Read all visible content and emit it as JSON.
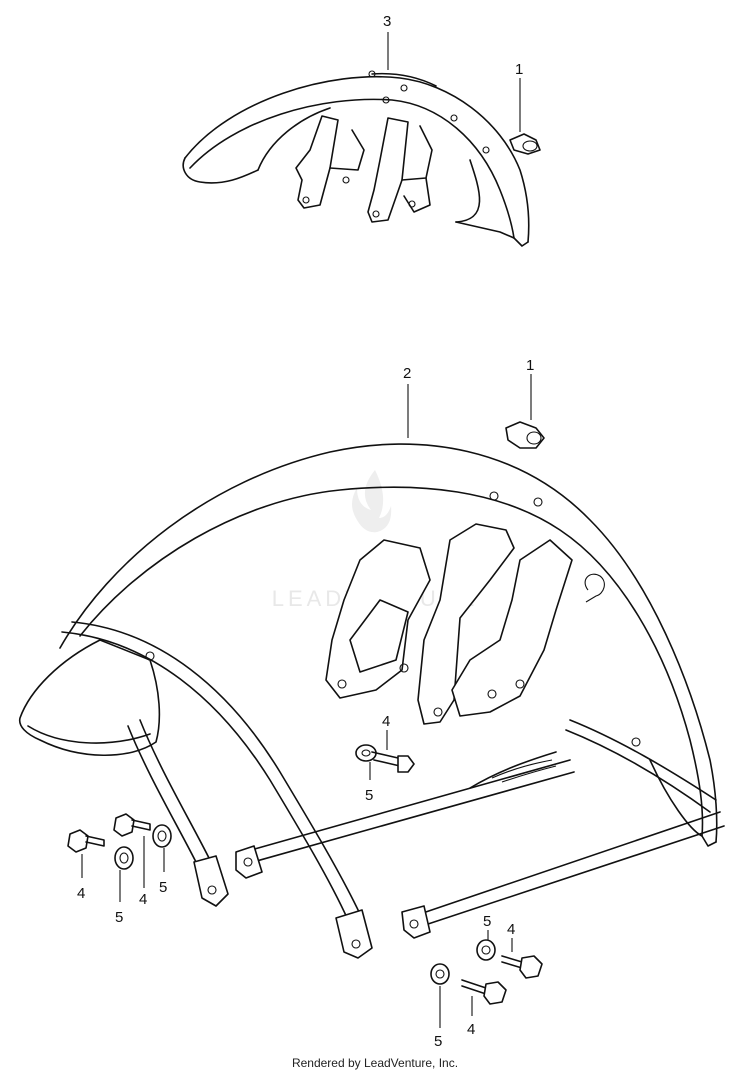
{
  "watermark": "LEADVENTURE",
  "footer": "Rendered by LeadVenture, Inc.",
  "callouts": {
    "top_fender": "3",
    "top_clip": "1",
    "main_fender": "2",
    "main_clip": "1",
    "center_bolt": "4",
    "center_washer": "5",
    "left_bolt_a": "4",
    "left_washer_a": "5",
    "left_bolt_b": "4",
    "left_washer_b": "5",
    "right_washer_a": "5",
    "right_bolt_a": "4",
    "right_washer_b": "5",
    "right_bolt_b": "4"
  },
  "colors": {
    "line": "#111111",
    "background": "#ffffff",
    "watermark": "#e8e8e8"
  }
}
